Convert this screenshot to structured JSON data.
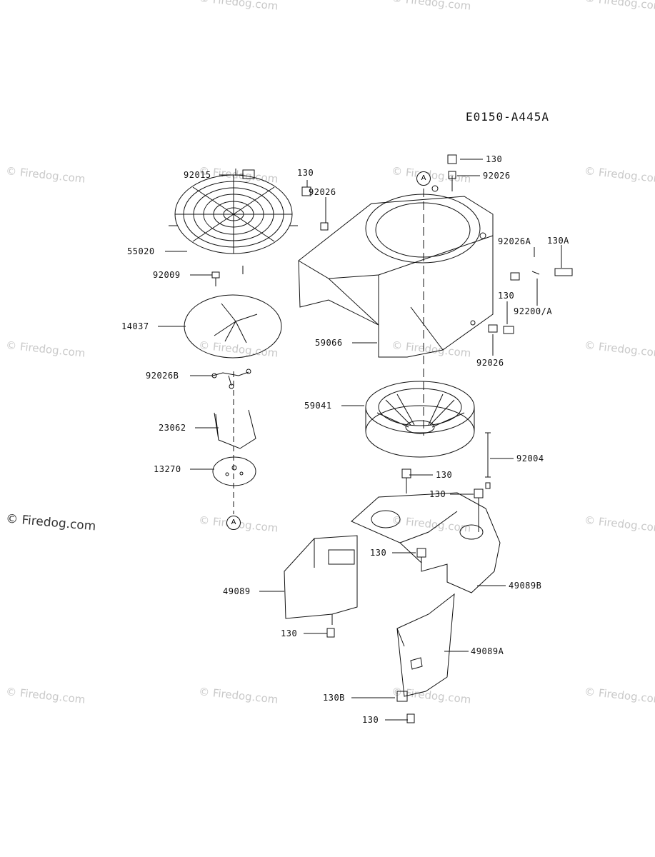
{
  "diagram_code": "E0150-A445A",
  "watermark": "© Firedog.com",
  "callout_letter": "A",
  "parts": {
    "p92015": "92015",
    "p55020": "55020",
    "p92009": "92009",
    "p14037": "14037",
    "p92026B": "92026B",
    "p23062": "23062",
    "p13270": "13270",
    "p130_a": "130",
    "p92026_a": "92026",
    "p59066": "59066",
    "p59041": "59041",
    "p130_top": "130",
    "p92026_top": "92026",
    "p92026A": "92026A",
    "p130A": "130A",
    "p130_right": "130",
    "p92200A": "92200/A",
    "p92026_right": "92026",
    "p92004": "92004",
    "p130_mid1": "130",
    "p130_mid2": "130",
    "p130_mid3": "130",
    "p49089": "49089",
    "p49089B": "49089B",
    "p130_low": "130",
    "p49089A": "49089A",
    "p130B": "130B",
    "p130_bottom": "130"
  }
}
